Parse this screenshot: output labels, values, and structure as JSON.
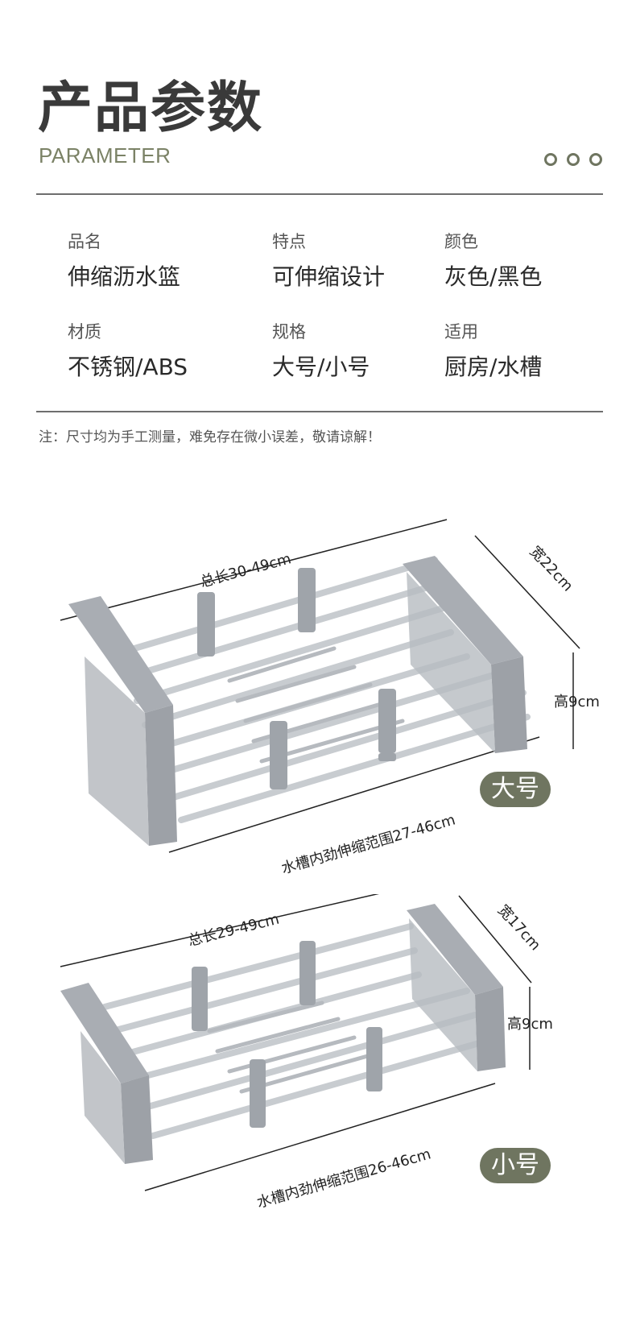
{
  "header": {
    "title": "产品参数",
    "subtitle": "PARAMETER"
  },
  "params": [
    {
      "label": "品名",
      "value": "伸缩沥水篮"
    },
    {
      "label": "特点",
      "value": "可伸缩设计"
    },
    {
      "label": "颜色",
      "value": "灰色/黑色"
    },
    {
      "label": "材质",
      "value": "不锈钢/ABS"
    },
    {
      "label": "规格",
      "value": "大号/小号"
    },
    {
      "label": "适用",
      "value": "厨房/水槽"
    }
  ],
  "note": "注：尺寸均为手工测量，难免存在微小误差，敬请谅解！",
  "large": {
    "total_length": "总长30-49cm",
    "width": "宽22cm",
    "height": "高9cm",
    "range": "水槽内劲伸缩范围27-46cm",
    "tag": "大号"
  },
  "small": {
    "total_length": "总长29-49cm",
    "width": "宽17cm",
    "height": "高9cm",
    "range": "水槽内劲伸缩范围26-46cm",
    "tag": "小号"
  },
  "colors": {
    "accent": "#6f7560",
    "frame": "#a9adb3",
    "rod": "#c8ccd0"
  }
}
